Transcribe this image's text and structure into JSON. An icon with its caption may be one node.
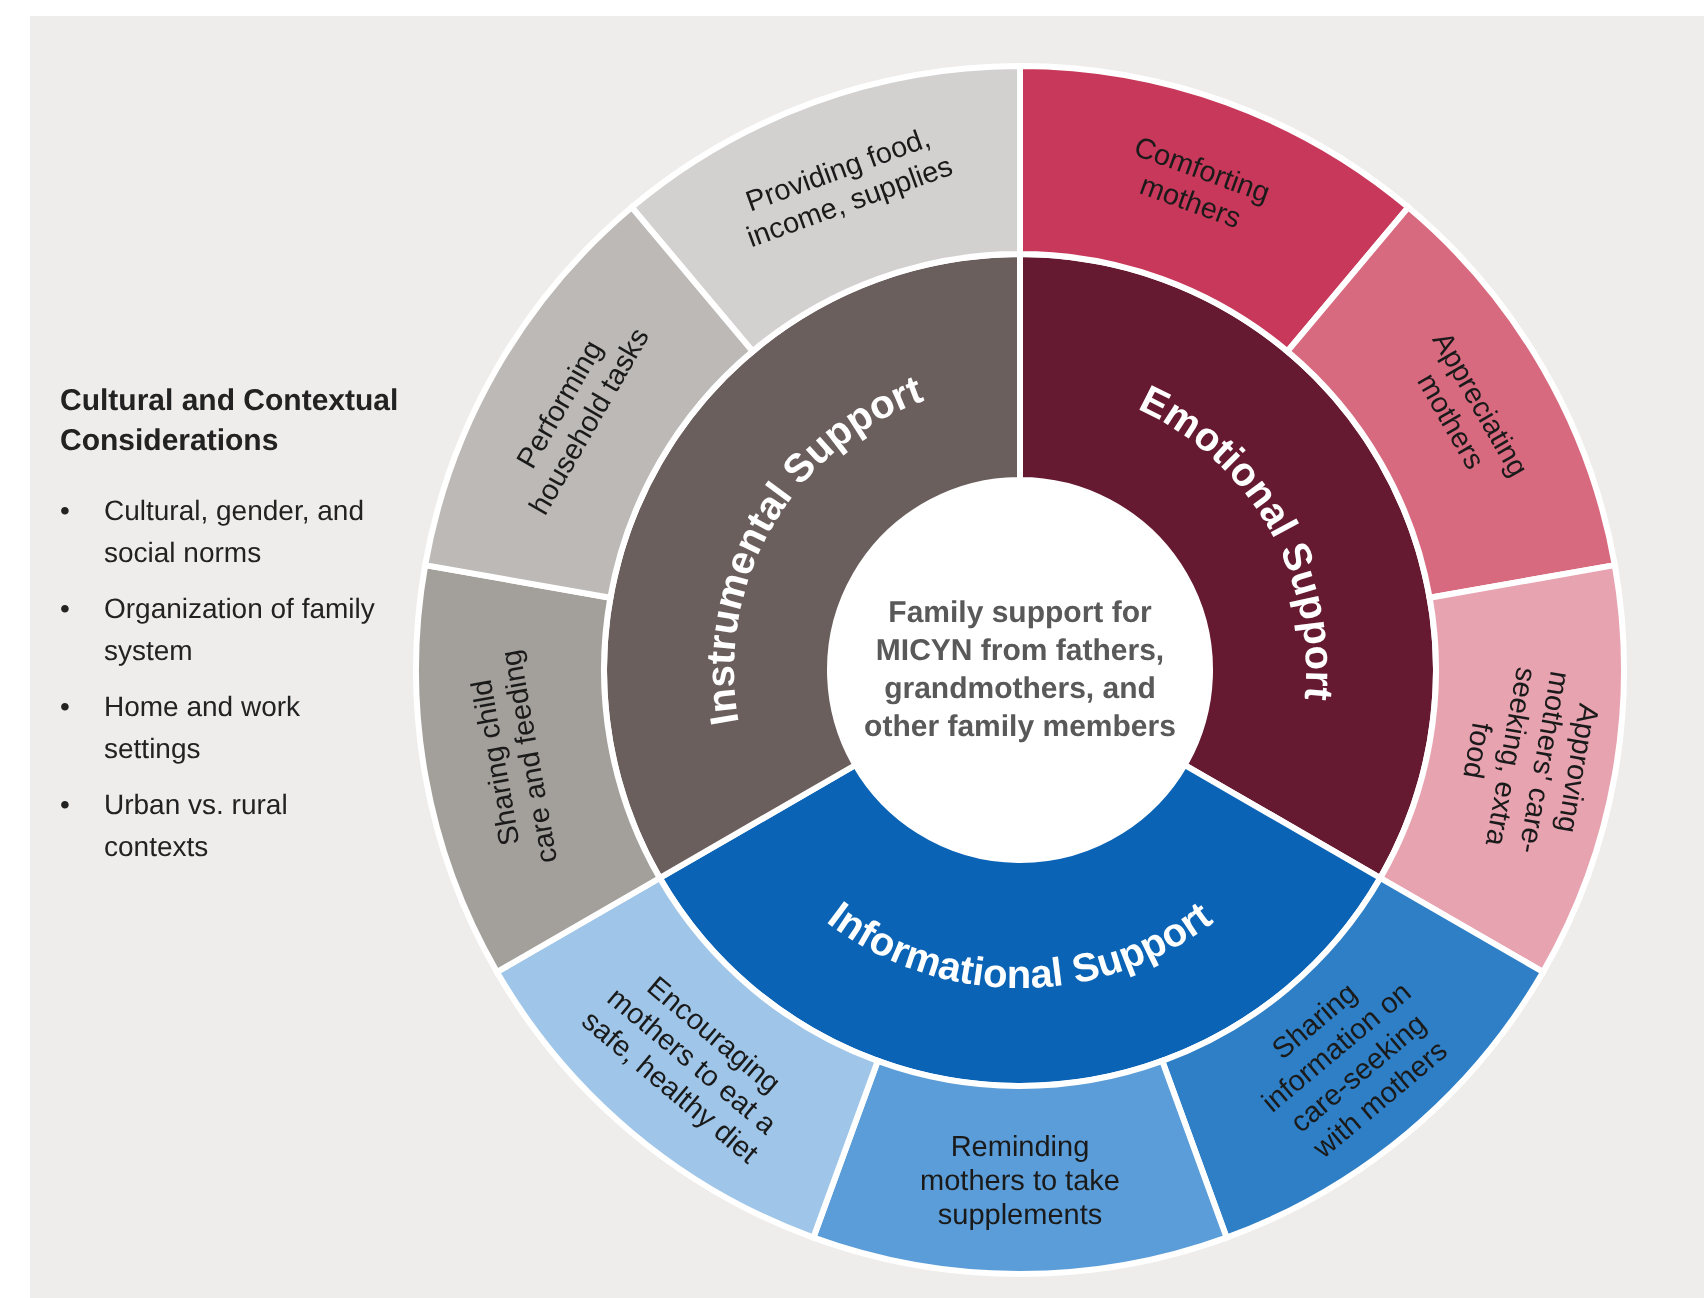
{
  "diagram": {
    "nodes": [
      {
        "text": [
          "Family support for MICYN from fathers, grandmothers, and other family members"
        ]
      },
      {
        "text": [
          "Emotional Support"
        ]
      },
      {
        "text": [
          "Informational Support"
        ]
      },
      {
        "text": [
          "Instrumental Support"
        ]
      },
      {
        "text": [
          "Providing food, income, supplies"
        ]
      },
      {
        "text": [
          "Comforting mothers"
        ]
      },
      {
        "text": [
          "Appreciating mothers"
        ]
      },
      {
        "text": [
          "Approving mothers' care-seeking, extra food"
        ]
      },
      {
        "text": [
          "Sharing information on care-seeking with mothers"
        ]
      },
      {
        "text": [
          "Reminding mothers to take supplements"
        ]
      },
      {
        "text": [
          "Encouraging mothers to eat a safe, healthy diet"
        ]
      },
      {
        "text": [
          "Sharing child care and feeding"
        ]
      },
      {
        "text": [
          "Performing household tasks"
        ]
      }
    ],
    "labels": [
      "Cultural and Contextual Considerations",
      "•",
      "Cultural, gender, and social norms",
      "•",
      "Organization of family system",
      "•",
      "Home and work settings",
      "•",
      "Urban vs. rural contexts"
    ]
  }
}
